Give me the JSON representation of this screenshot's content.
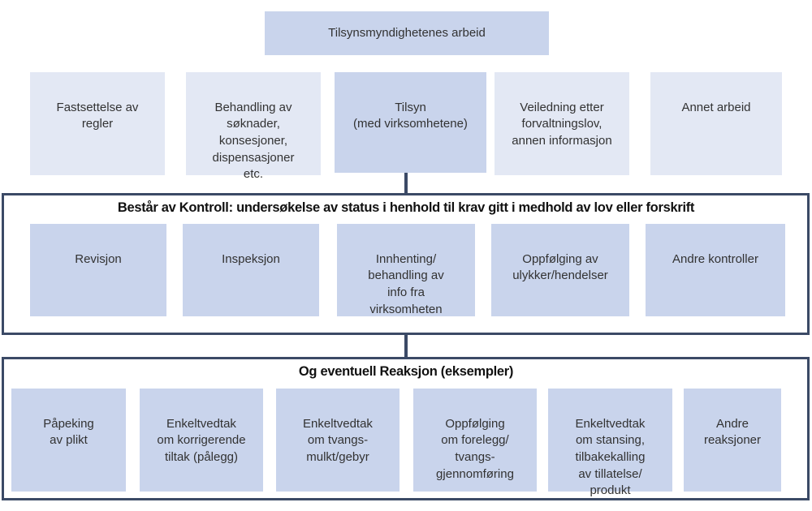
{
  "diagram": {
    "root": {
      "label": "Tilsynsmyndighetenes arbeid"
    },
    "work_areas": [
      {
        "label": "Fastsettelse av\nregler"
      },
      {
        "label": "Behandling av\nsøknader,\nkonsesjoner,\ndispensasjoner\netc."
      },
      {
        "label": "Tilsyn\n(med virksomhetene)",
        "highlighted": true
      },
      {
        "label": "Veiledning etter\nforvaltningslov,\nannen informasjon"
      },
      {
        "label": "Annet arbeid"
      }
    ],
    "control_section": {
      "title": "Består av Kontroll: undersøkelse av status i henhold til krav gitt i medhold av lov eller forskrift",
      "items": [
        {
          "label": "Revisjon"
        },
        {
          "label": "Inspeksjon"
        },
        {
          "label": "Innhenting/\nbehandling av\ninfo fra\nvirksomheten"
        },
        {
          "label": "Oppfølging av\nulykker/hendelser"
        },
        {
          "label": "Andre kontroller"
        }
      ]
    },
    "reaction_section": {
      "title": "Og eventuell Reaksjon (eksempler)",
      "items": [
        {
          "label": "Påpeking\nav plikt"
        },
        {
          "label": "Enkeltvedtak\nom korrigerende\ntiltak (pålegg)"
        },
        {
          "label": "Enkeltvedtak\nom tvangs-\nmulkt/gebyr"
        },
        {
          "label": "Oppfølging\nom forelegg/\ntvangs-\ngjennomføring"
        },
        {
          "label": "Enkeltvedtak\nom stansing,\ntilbakekalling\nav tillatelse/\nprodukt"
        },
        {
          "label": "Andre\nreaksjoner"
        }
      ]
    },
    "colors": {
      "box_light": "#e3e8f4",
      "box_medium": "#c9d4ec",
      "section_border": "#3b4a66",
      "text": "#323232",
      "title_text": "#111111"
    }
  }
}
